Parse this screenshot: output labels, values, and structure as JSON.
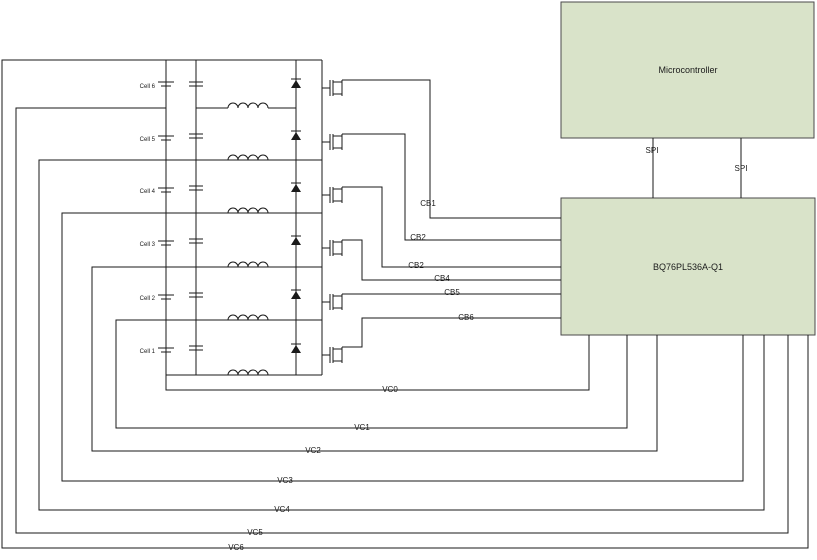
{
  "blocks": {
    "microcontroller": "Microcontroller",
    "bms_ic": "BQ76PL536A-Q1"
  },
  "spi_labels": [
    "SPI",
    "SPI"
  ],
  "cells": [
    "Cell 6",
    "Cell 5",
    "Cell 4",
    "Cell 3",
    "Cell 2",
    "Cell 1"
  ],
  "cb_labels": [
    "CB1",
    "CB2",
    "CB2",
    "CB4",
    "CB5",
    "CB6"
  ],
  "vc_labels": [
    "VC0",
    "VC1",
    "VC2",
    "VC3",
    "VC4",
    "VC5",
    "VC6"
  ]
}
